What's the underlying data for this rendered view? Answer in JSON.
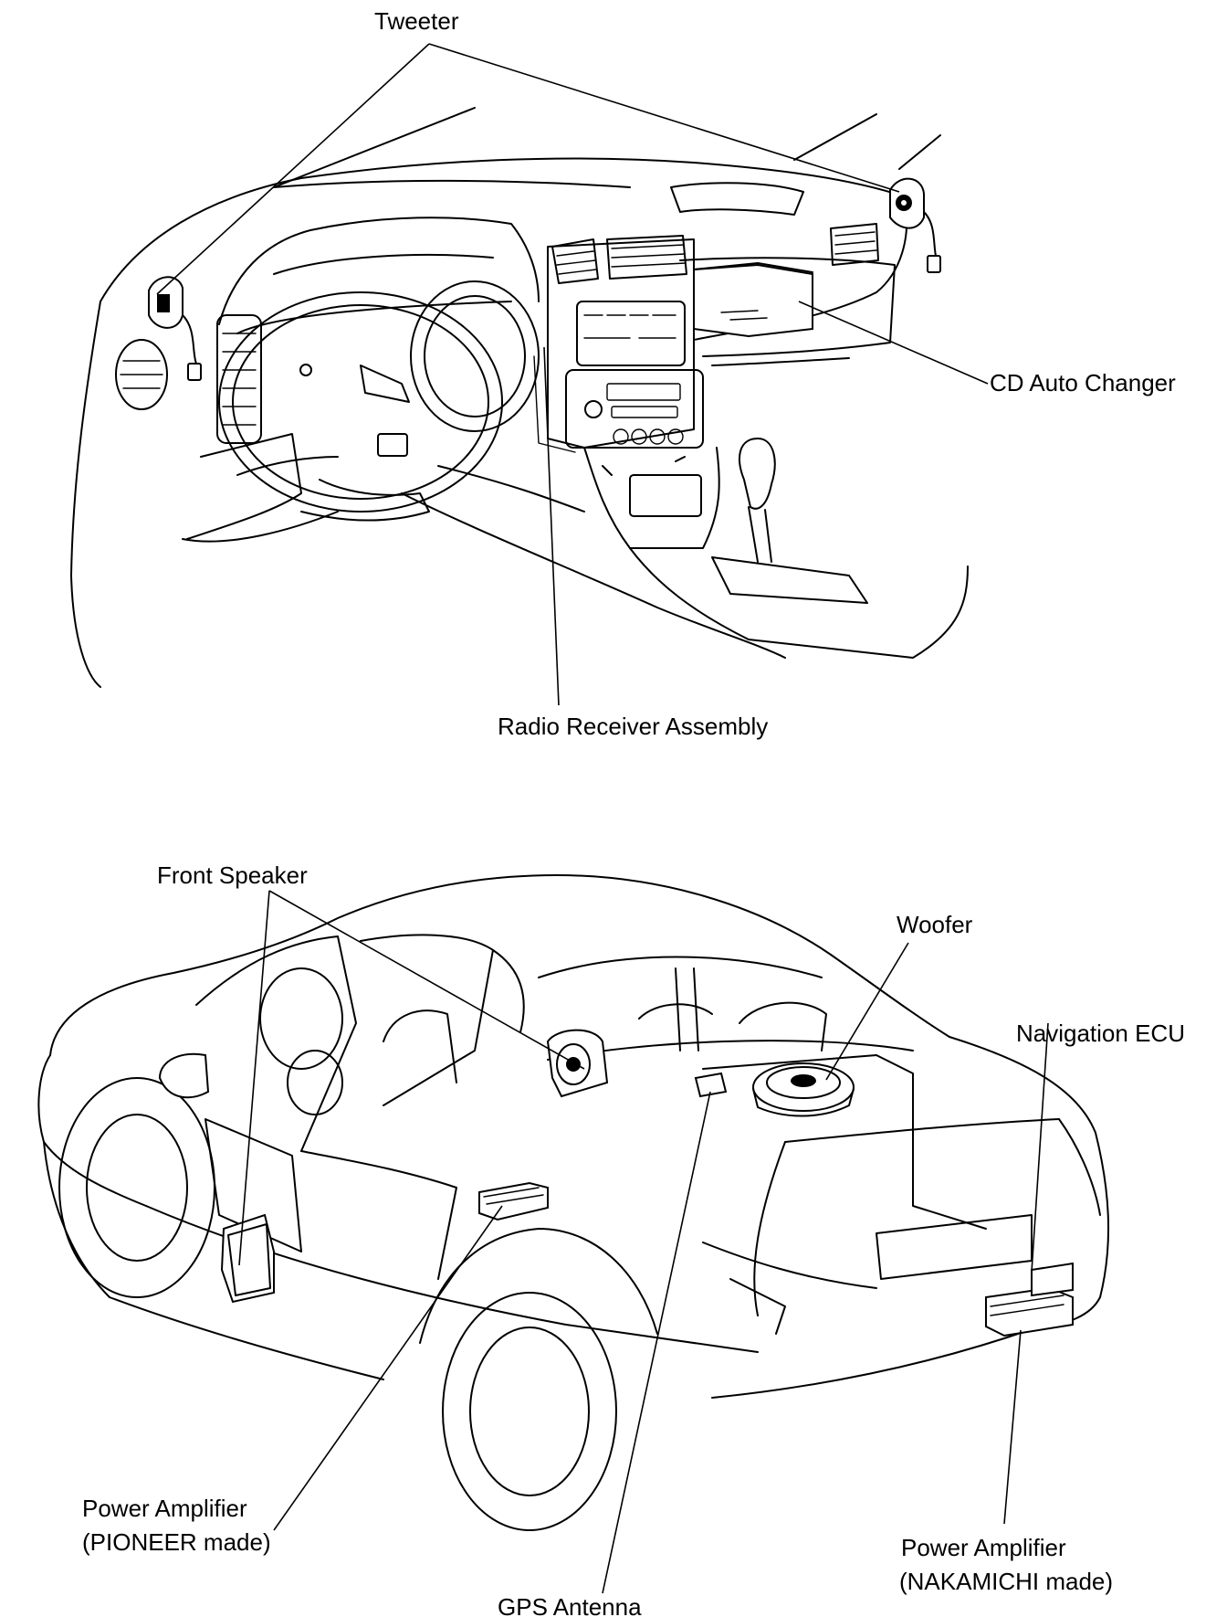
{
  "labels": {
    "tweeter": "Tweeter",
    "cd_auto_changer": "CD Auto Changer",
    "radio_receiver_assembly": "Radio Receiver Assembly",
    "front_speaker": "Front Speaker",
    "woofer": "Woofer",
    "navigation_ecu": "Navigation ECU",
    "power_amplifier_pioneer_line1": "Power Amplifier",
    "power_amplifier_pioneer_line2": "(PIONEER made)",
    "gps_antenna": "GPS Antenna",
    "power_amplifier_nakamichi_line1": "Power Amplifier",
    "power_amplifier_nakamichi_line2": "(NAKAMICHI made)"
  }
}
